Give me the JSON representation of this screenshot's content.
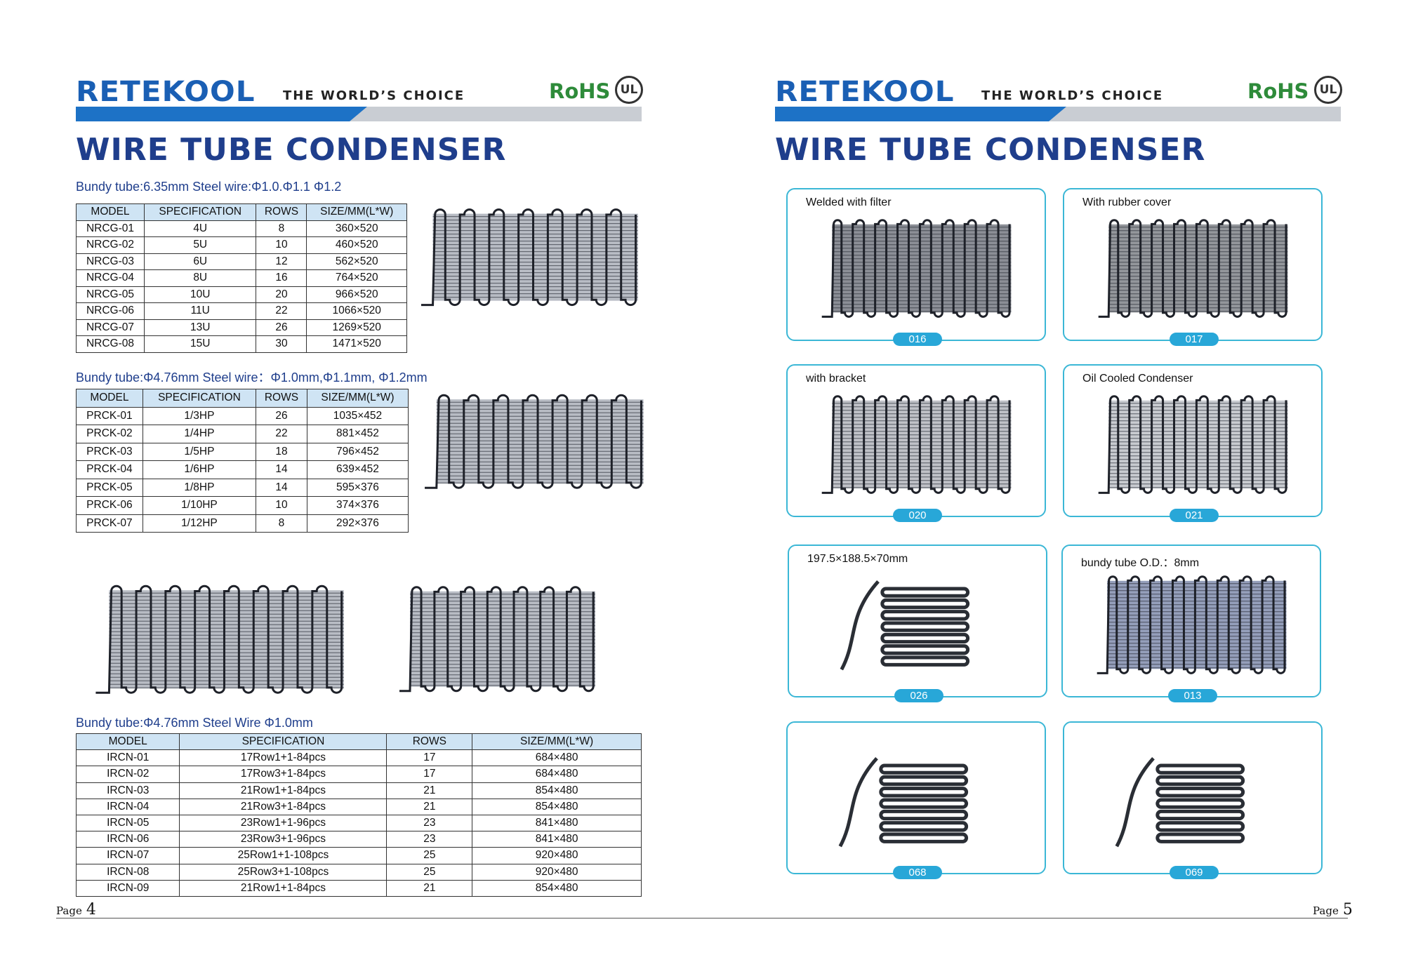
{
  "brand": "RETEKOOL",
  "tagline": "THE WORLD’S CHOICE",
  "rohs": "RoHS",
  "ul": "UL",
  "title": "WIRE TUBE CONDENSER",
  "page_label": "Page",
  "left_page": {
    "page_number": "4",
    "nrcg": {
      "heading": "Bundy tube:6.35mm  Steel wire:Φ1.0.Φ1.1  Φ1.2",
      "columns": [
        "MODEL",
        "SPECIFICATION",
        "ROWS",
        "SIZE/MM(L*W)"
      ],
      "rows": [
        [
          "NRCG-01",
          "4U",
          "8",
          "360×520"
        ],
        [
          "NRCG-02",
          "5U",
          "10",
          "460×520"
        ],
        [
          "NRCG-03",
          "6U",
          "12",
          "562×520"
        ],
        [
          "NRCG-04",
          "8U",
          "16",
          "764×520"
        ],
        [
          "NRCG-05",
          "10U",
          "20",
          "966×520"
        ],
        [
          "NRCG-06",
          "11U",
          "22",
          "1066×520"
        ],
        [
          "NRCG-07",
          "13U",
          "26",
          "1269×520"
        ],
        [
          "NRCG-08",
          "15U",
          "30",
          "1471×520"
        ]
      ]
    },
    "prck": {
      "heading": "Bundy tube:Φ4.76mm    Steel wire：Φ1.0mm,Φ1.1mm,   Φ1.2mm",
      "columns": [
        "MODEL",
        "SPECIFICATION",
        "ROWS",
        "SIZE/MM(L*W)"
      ],
      "rows": [
        [
          "PRCK-01",
          "1/3HP",
          "26",
          "1035×452"
        ],
        [
          "PRCK-02",
          "1/4HP",
          "22",
          "881×452"
        ],
        [
          "PRCK-03",
          "1/5HP",
          "18",
          "796×452"
        ],
        [
          "PRCK-04",
          "1/6HP",
          "14",
          "639×452"
        ],
        [
          "PRCK-05",
          "1/8HP",
          "14",
          "595×376"
        ],
        [
          "PRCK-06",
          "1/10HP",
          "10",
          "374×376"
        ],
        [
          "PRCK-07",
          "1/12HP",
          "8",
          "292×376"
        ]
      ]
    },
    "ircn": {
      "heading": "Bundy tube:Φ4.76mm  Steel Wire   Φ1.0mm",
      "columns": [
        "MODEL",
        "SPECIFICATION",
        "ROWS",
        "SIZE/MM(L*W)"
      ],
      "rows": [
        [
          "IRCN-01",
          "17Row1+1-84pcs",
          "17",
          "684×480"
        ],
        [
          "IRCN-02",
          "17Row3+1-84pcs",
          "17",
          "684×480"
        ],
        [
          "IRCN-03",
          "21Row1+1-84pcs",
          "21",
          "854×480"
        ],
        [
          "IRCN-04",
          "21Row3+1-84pcs",
          "21",
          "854×480"
        ],
        [
          "IRCN-05",
          "23Row1+1-96pcs",
          "23",
          "841×480"
        ],
        [
          "IRCN-06",
          "23Row3+1-96pcs",
          "23",
          "841×480"
        ],
        [
          "IRCN-07",
          "25Row1+1-108pcs",
          "25",
          "920×480"
        ],
        [
          "IRCN-08",
          "25Row3+1-108pcs",
          "25",
          "920×480"
        ],
        [
          "IRCN-09",
          "21Row1+1-84pcs",
          "21",
          "854×480"
        ]
      ]
    }
  },
  "right_page": {
    "page_number": "5",
    "cards": [
      {
        "caption": "Welded with filter",
        "code": "016"
      },
      {
        "caption": "With rubber cover",
        "code": "017"
      },
      {
        "caption": "with bracket",
        "code": "020"
      },
      {
        "caption": "Oil Cooled Condenser",
        "code": "021"
      },
      {
        "caption": "197.5×188.5×70mm",
        "code": "026"
      },
      {
        "caption": "bundy tube O.D.：8mm",
        "code": "013"
      },
      {
        "caption": "",
        "code": "068"
      },
      {
        "caption": "",
        "code": "069"
      }
    ]
  },
  "colors": {
    "brand_blue": "#1a5fb4",
    "title_navy": "#1f3e8c",
    "band_blue": "#1d72c6",
    "band_grey": "#c9cdd3",
    "rohs_green": "#2e8b3a",
    "card_border": "#3bb7d6",
    "badge_blue": "#28a7d8",
    "table_header": "#cfe4f4"
  },
  "icons": [
    "ul-certification-icon",
    "condenser-product-photo"
  ]
}
